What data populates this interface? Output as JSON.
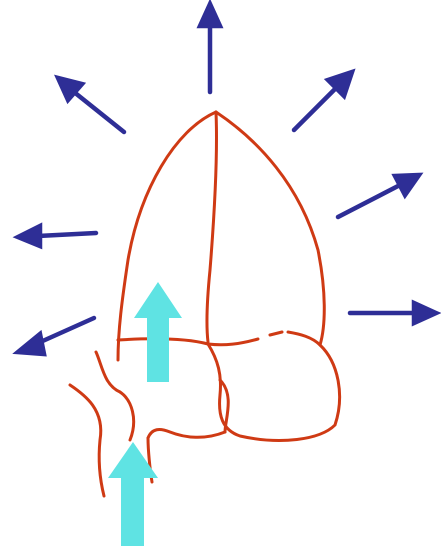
{
  "colors": {
    "background": "#ffffff",
    "outline": "#cf3a14",
    "outward_arrows": "#2e2e96",
    "inflow_arrows": "#5fe3e3"
  },
  "outward_arrows": [
    {
      "name": "outward-arrow-up",
      "direction": "up"
    },
    {
      "name": "outward-arrow-up-left",
      "direction": "up-left"
    },
    {
      "name": "outward-arrow-up-right",
      "direction": "up-right"
    },
    {
      "name": "outward-arrow-right-upper",
      "direction": "right-up"
    },
    {
      "name": "outward-arrow-left",
      "direction": "left"
    },
    {
      "name": "outward-arrow-right",
      "direction": "right"
    },
    {
      "name": "outward-arrow-down-left",
      "direction": "down-left"
    }
  ],
  "inflow_arrows": [
    {
      "name": "inflow-arrow-upper",
      "direction": "up"
    },
    {
      "name": "inflow-arrow-lower",
      "direction": "up"
    }
  ]
}
